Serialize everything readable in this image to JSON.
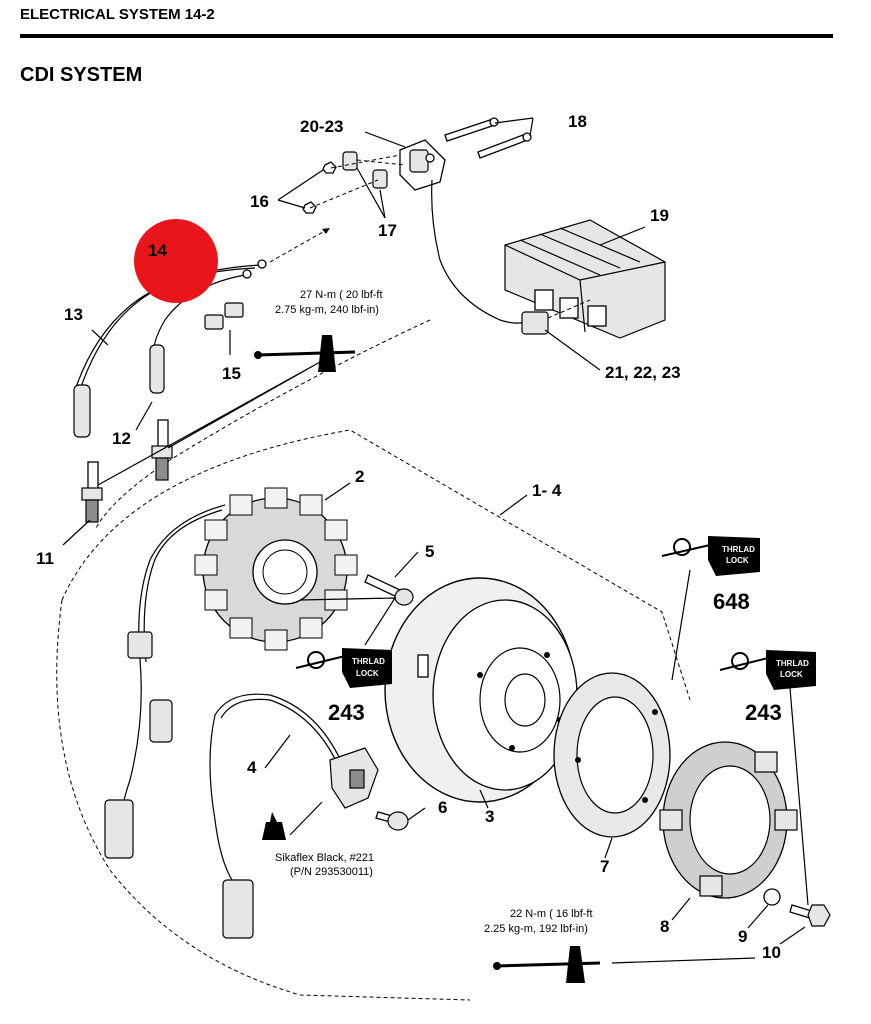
{
  "header": {
    "title": "ELECTRICAL SYSTEM 14-2"
  },
  "section": {
    "title": "CDI SYSTEM"
  },
  "callouts": {
    "c1_4": "1- 4",
    "c2": "2",
    "c3": "3",
    "c4": "4",
    "c5": "5",
    "c6": "6",
    "c7": "7",
    "c8": "8",
    "c9": "9",
    "c10": "10",
    "c11": "11",
    "c12": "12",
    "c13": "13",
    "c14": "14",
    "c15": "15",
    "c16": "16",
    "c17": "17",
    "c18": "18",
    "c19": "19",
    "c20_23": "20-23",
    "c21_23": "21, 22, 23"
  },
  "torque": {
    "top_l1": "27 N-m ( 20 lbf-ft",
    "top_l2": "2.75 kg-m, 240 lbf-in)",
    "bottom_l1": "22 N-m ( 16 lbf-ft",
    "bottom_l2": "2.25 kg-m, 192 lbf-in)"
  },
  "threadlock": {
    "tag_l1": "THRLAD",
    "tag_l2": "LOCK",
    "code_648": "648",
    "code_243a": "243",
    "code_243b": "243"
  },
  "sealant": {
    "line1": "Sikaflex Black, #221",
    "line2": "(P/N 293530011)"
  },
  "highlight": {
    "color": "#e8161b",
    "label": "14"
  }
}
